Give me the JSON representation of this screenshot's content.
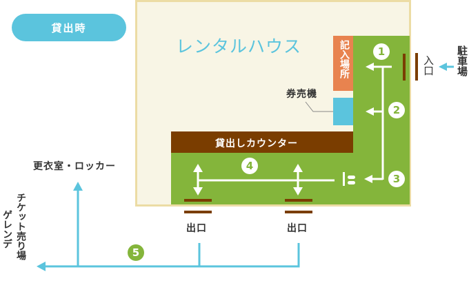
{
  "mode_badge": "貸出時",
  "building": {
    "title": "レンタルハウス",
    "registration_area": "記入場所",
    "ticket_machine": "券売機",
    "rental_counter": "貸出しカウンター"
  },
  "entrance": "入口",
  "parking": "駐車場",
  "exits": [
    "出口",
    "出口"
  ],
  "changing_room": "更衣室・ロッカー",
  "ticket_office": "チケット売り場",
  "slope": "ゲレンデ",
  "steps": [
    "1",
    "2",
    "3",
    "4",
    "5"
  ],
  "colors": {
    "green": "#84b53b",
    "blue": "#5bc4dd",
    "brown": "#7a3d00",
    "orange": "#e8834f",
    "floor": "#f8f5e5",
    "wall": "#ecdca4"
  }
}
